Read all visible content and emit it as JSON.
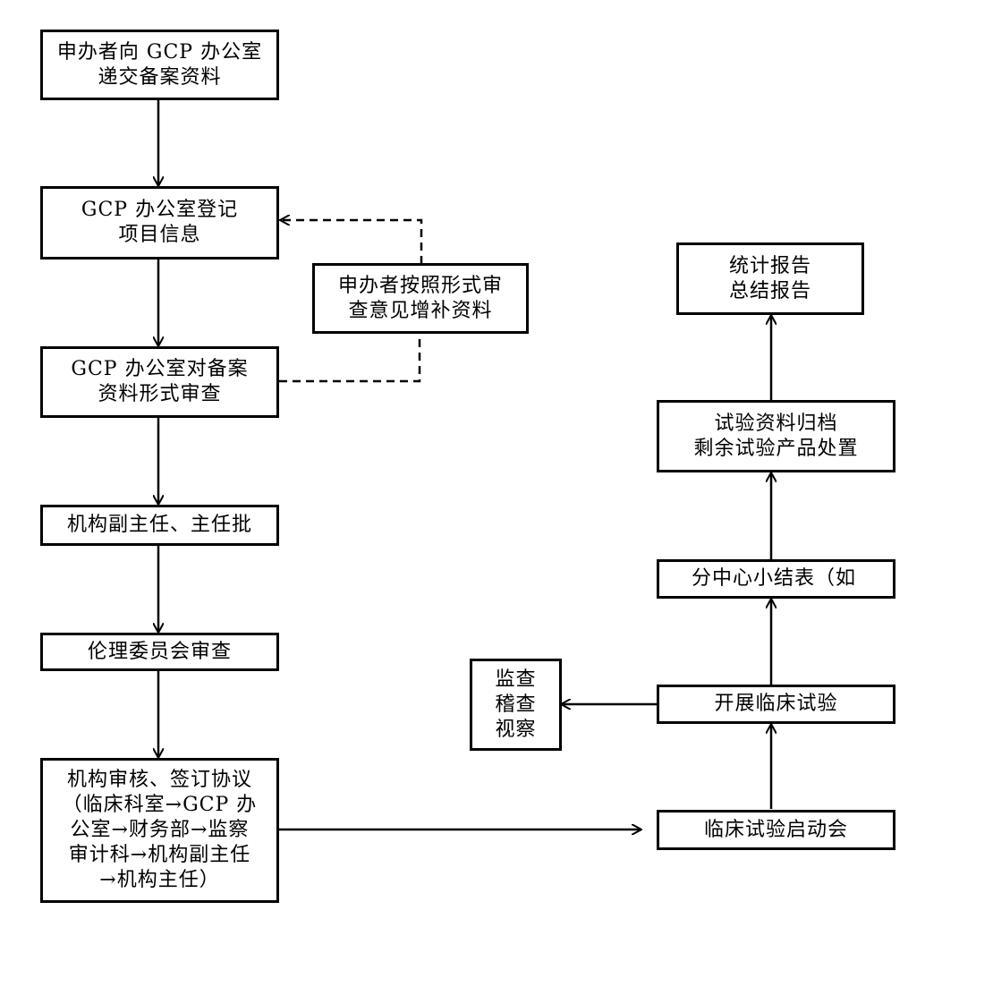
{
  "nodes": {
    "submit": [
      "申办者向 GCP 办公室",
      "递交备案资料"
    ],
    "register": [
      "GCP 办公室登记",
      "项目信息"
    ],
    "supplement": [
      "申办者按照形式审",
      "查意见增补资料"
    ],
    "formal_review": [
      "GCP 办公室对备案",
      "资料形式审查"
    ],
    "director_approval": [
      "机构副主任、主任批"
    ],
    "ethics": [
      "伦理委员会审查"
    ],
    "agreement": [
      "机构审核、签订协议",
      "（临床科室→GCP 办",
      "公室→财务部→监察",
      "审计科→机构副主任",
      "→机构主任）"
    ],
    "kickoff": [
      "临床试验启动会"
    ],
    "conduct": [
      "开展临床试验"
    ],
    "monitor": [
      "监查",
      "稽查",
      "视察"
    ],
    "summary_table": [
      "分中心小结表（如"
    ],
    "archive": [
      "试验资料归档",
      "剩余试验产品处置"
    ],
    "report": [
      "统计报告",
      "总结报告"
    ]
  }
}
